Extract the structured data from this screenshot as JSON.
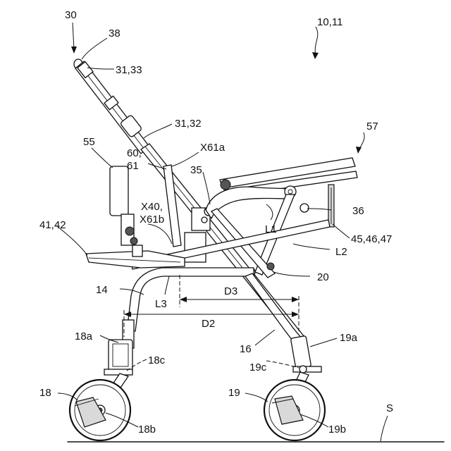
{
  "labels": {
    "l30": "30",
    "l38": "38",
    "l10_11": "10,11",
    "l31_33": "31,33",
    "l31_32": "31,32",
    "l57": "57",
    "l55": "55",
    "l60": "60,",
    "l61": "61",
    "lX61a": "X61a",
    "l35": "35",
    "lX40": "X40,",
    "lX61b": "X61b",
    "l36": "36",
    "l41_42": "41,42",
    "lL1": "L1",
    "l45_46_47": "45,46,47",
    "lL2": "L2",
    "l20": "20",
    "l14": "14",
    "lD3": "D3",
    "lL3": "L3",
    "lD2": "D2",
    "l18a": "18a",
    "l19a": "19a",
    "l16": "16",
    "l18c": "18c",
    "l19c": "19c",
    "l18": "18",
    "l19": "19",
    "lS": "S",
    "l18b": "18b",
    "l19b": "19b"
  }
}
